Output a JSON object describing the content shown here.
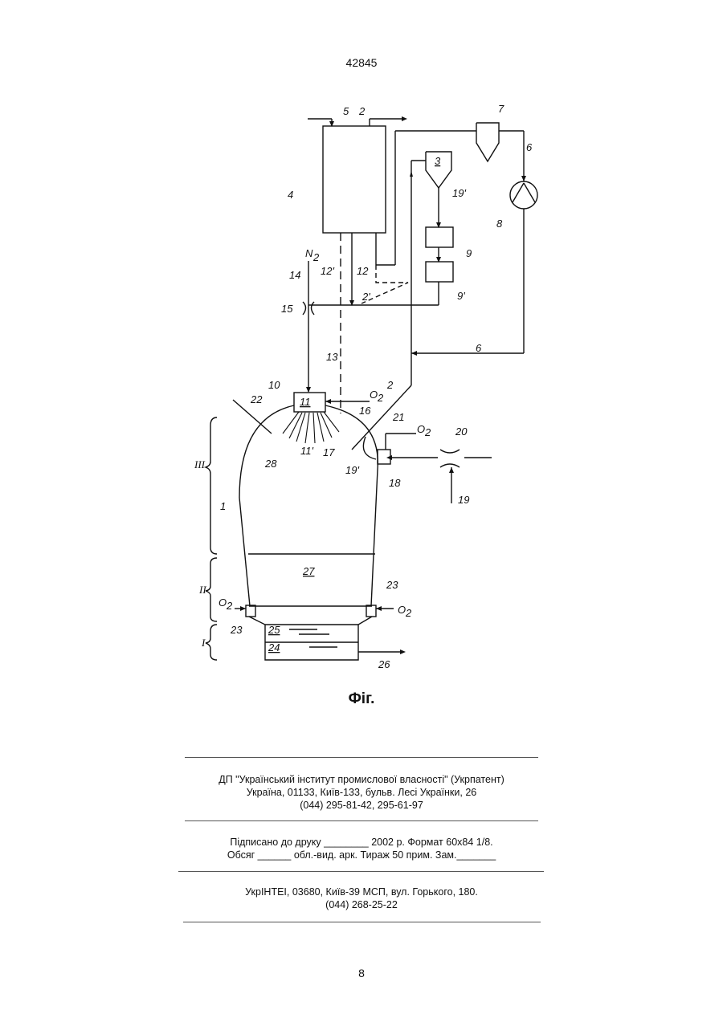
{
  "header": {
    "page_code": "42845"
  },
  "figure": {
    "labels": {
      "l5": "5",
      "l2_top": "2",
      "l7": "7",
      "l3": "3",
      "l6_top": "6",
      "l4": "4",
      "l19p_top": "19'",
      "l8": "8",
      "l9": "9",
      "l9p": "9'",
      "lN": "N",
      "lN_sub": "2",
      "l14": "14",
      "l12p": "12'",
      "l12": "12",
      "l2p": "2'",
      "l15": "15",
      "l6_mid": "6",
      "l13": "13",
      "l10": "10",
      "l22": "22",
      "l11": "11",
      "lO_a": "O",
      "lO_a_sub": "2",
      "l2_mid": "2",
      "l16": "16",
      "l21": "21",
      "lO_b": "O",
      "lO_b_sub": "2",
      "l20": "20",
      "l28": "28",
      "l11p": "11'",
      "l17": "17",
      "l19p_mid": "19'",
      "l18": "18",
      "l19": "19",
      "lIII": "III",
      "l1": "1",
      "l27": "27",
      "lII": "II",
      "l23_right": "23",
      "lO_c": "O",
      "lO_c_sub": "2",
      "lO_d": "O",
      "lO_d_sub": "2",
      "l23_left": "23",
      "l25": "25",
      "lI": "I",
      "l24": "24",
      "l26": "26"
    },
    "caption": "Фіг."
  },
  "imprint": {
    "block1": {
      "line1": "ДП \"Український інститут промислової власності\" (Укрпатент)",
      "line2": "Україна, 01133, Київ-133, бульв. Лесі Українки, 26",
      "line3": "(044) 295-81-42, 295-61-97"
    },
    "block2": {
      "line1": "Підписано до друку ________ 2002 р.    Формат 60х84 1/8.",
      "line2": "Обсяг ______ обл.-вид. арк.   Тираж 50 прим.    Зам._______"
    },
    "block3": {
      "line1": "УкрІНТЕІ, 03680, Київ-39 МСП, вул. Горького, 180.",
      "line2": "(044) 268-25-22"
    }
  },
  "footer": {
    "page_number": "8"
  }
}
